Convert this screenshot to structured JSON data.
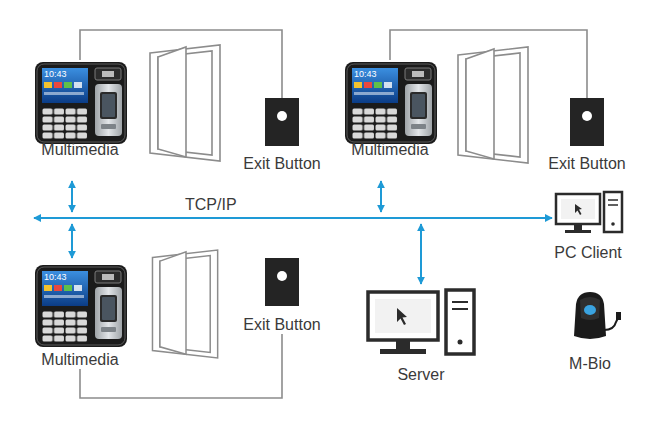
{
  "diagram": {
    "nodes": [
      {
        "text": [
          "Multimedia"
        ]
      },
      {
        "text": [
          "Exit Button"
        ]
      },
      {
        "text": [
          "Multimedia"
        ]
      },
      {
        "text": [
          "Exit Button"
        ]
      },
      {
        "text": [
          "PC Client"
        ]
      },
      {
        "text": [
          "Multimedia"
        ]
      },
      {
        "text": [
          "Exit Button"
        ]
      },
      {
        "text": [
          "Server"
        ]
      },
      {
        "text": [
          "M-Bio"
        ]
      }
    ],
    "edges": [
      {
        "from": 0,
        "to": 1,
        "arrow": "none"
      },
      {
        "from": 2,
        "to": 3,
        "arrow": "none"
      },
      {
        "from": 5,
        "to": 6,
        "arrow": "none"
      }
    ],
    "labels": [
      "TCP/IP",
      "10:43",
      "10:43",
      "10:43"
    ]
  }
}
